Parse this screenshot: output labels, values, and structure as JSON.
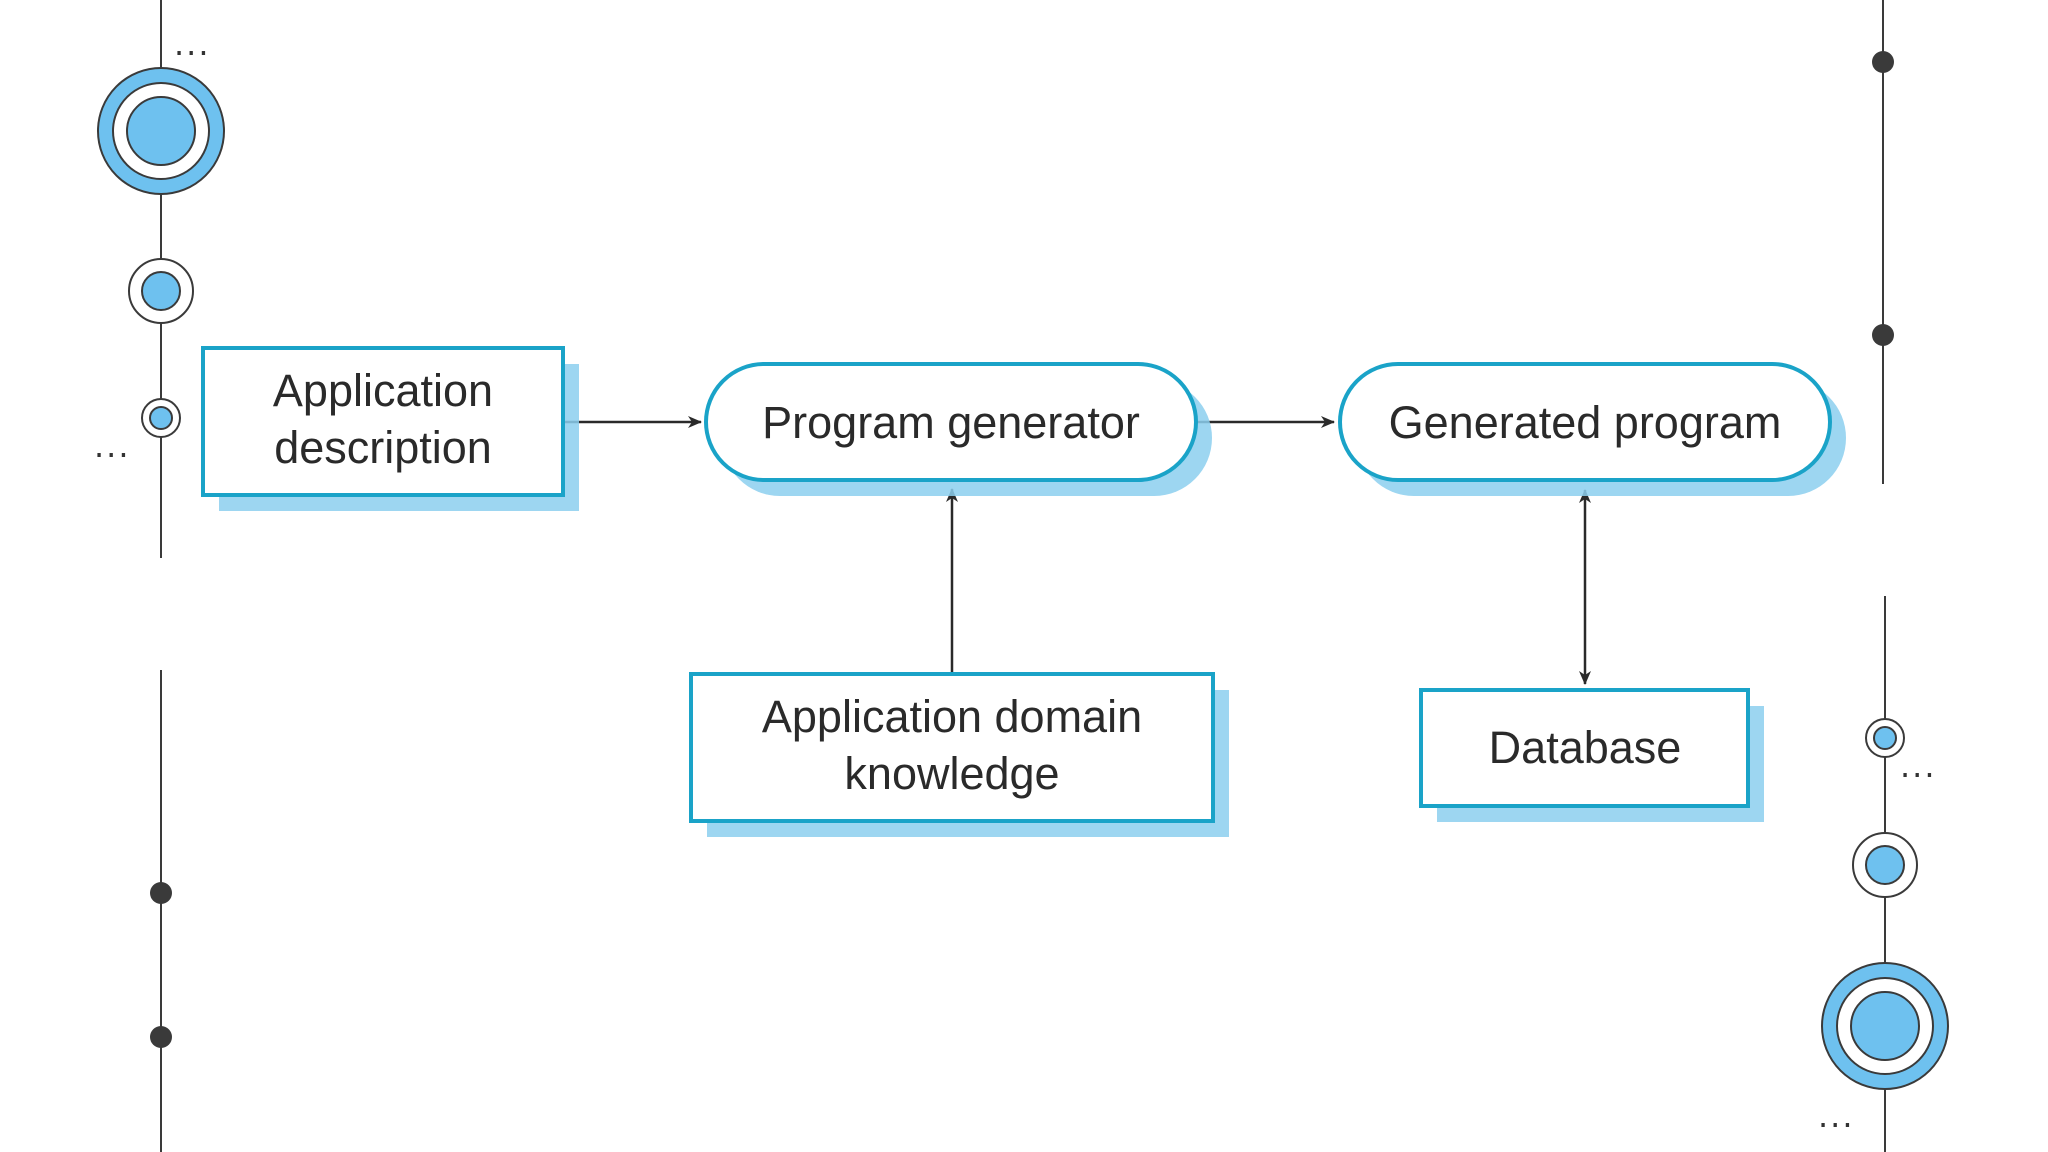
{
  "diagram": {
    "nodes": {
      "app_desc_line1": "Application",
      "app_desc_line2": "description",
      "program_generator": "Program generator",
      "generated_program": "Generated program",
      "domain_knowledge_line1": "Application domain",
      "domain_knowledge_line2": "knowledge",
      "database": "Database"
    }
  },
  "decor": {
    "ellipsis": "...",
    "accent_color": "#6ec1ef",
    "border_color": "#1aa3c8",
    "shadow_color": "#8ccfee",
    "line_color": "#3a3a3a"
  }
}
